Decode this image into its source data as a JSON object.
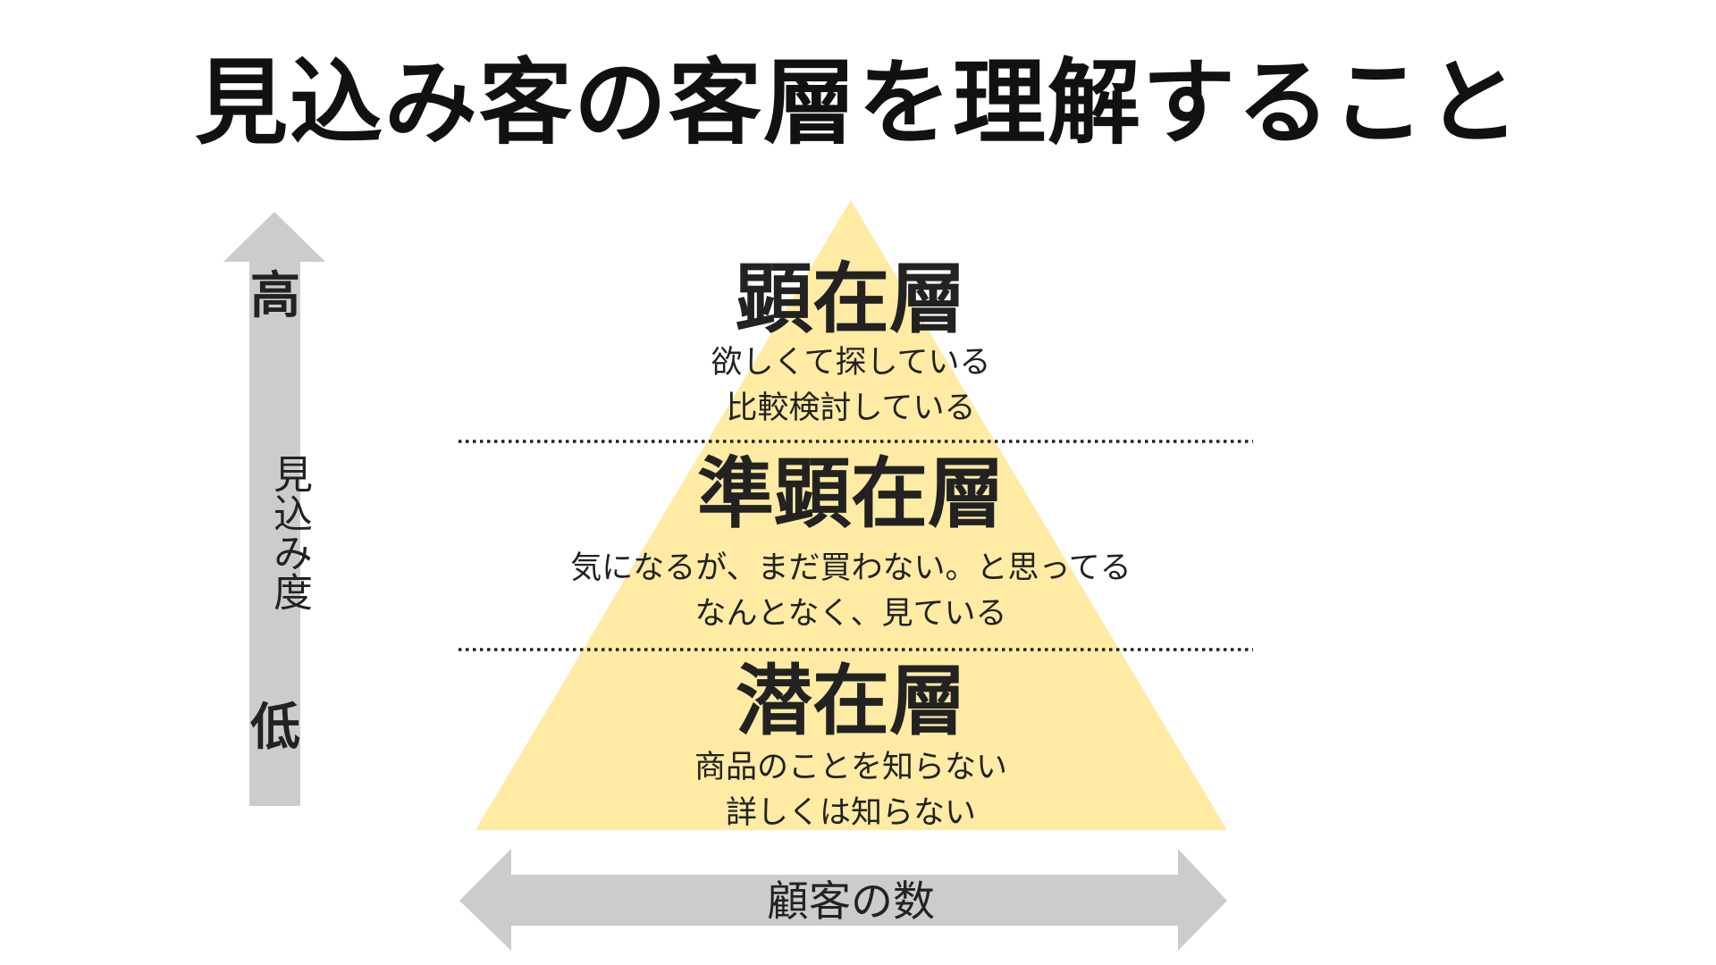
{
  "title": "見込み客の客層を理解すること",
  "colors": {
    "pyramid_fill": "#FFEBA3",
    "arrow_fill": "#CCCCCC",
    "divider": "#222222",
    "text": "#222222"
  },
  "pyramid": {
    "tiers": [
      {
        "name": "顕在層",
        "description": [
          "欲しくて探している",
          "比較検討している"
        ]
      },
      {
        "name": "準顕在層",
        "description": [
          "気になるが、まだ買わない。と思ってる",
          "なんとなく、見ている"
        ]
      },
      {
        "name": "潜在層",
        "description": [
          "商品のことを知らない",
          "詳しくは知らない"
        ]
      }
    ]
  },
  "vertical_axis": {
    "high_label": "高",
    "low_label": "低",
    "label": "見込み度"
  },
  "horizontal_axis": {
    "label": "顧客の数"
  }
}
